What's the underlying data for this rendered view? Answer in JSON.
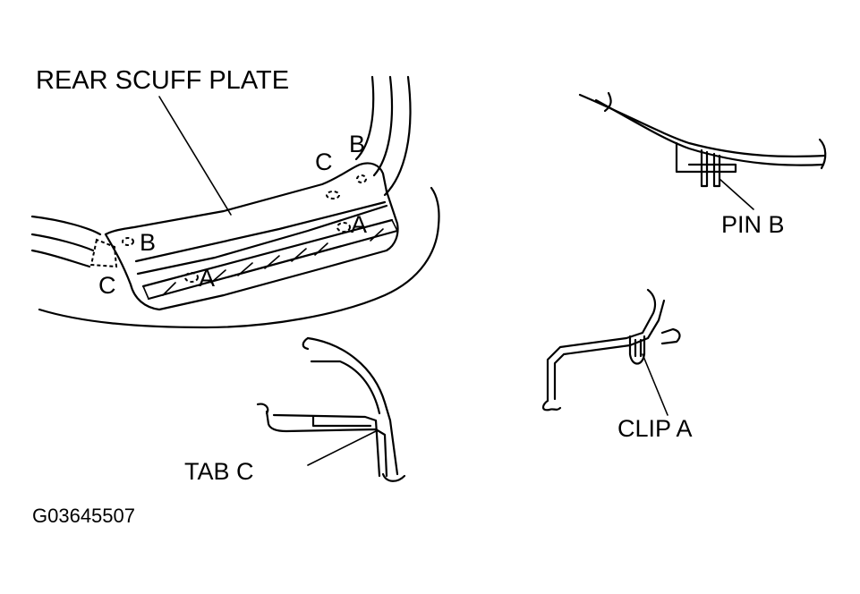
{
  "labels": {
    "rear_scuff_plate": "REAR SCUFF PLATE",
    "pin_b": "PIN B",
    "clip_a": "CLIP A",
    "tab_c": "TAB C",
    "figure_id": "G03645507",
    "letter_a": "A",
    "letter_b": "B",
    "letter_c": "C"
  },
  "colors": {
    "line": "#000000",
    "background": "#ffffff"
  }
}
